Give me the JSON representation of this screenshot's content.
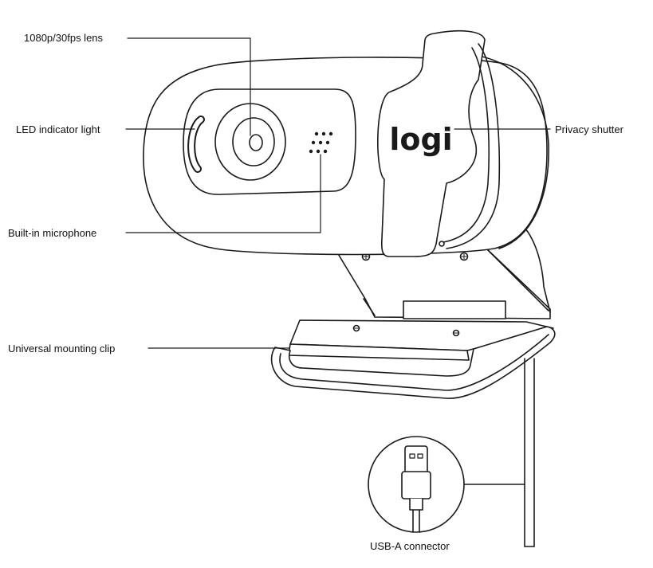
{
  "labels": {
    "lens": "1080p/30fps lens",
    "led": "LED indicator light",
    "microphone": "Built-in microphone",
    "clip": "Universal mounting clip",
    "shutter": "Privacy shutter",
    "usb": "USB-A connector"
  },
  "brand": {
    "logo_text": "logi"
  },
  "colors": {
    "outline": "#1a1a1a",
    "fill": "#ffffff"
  }
}
